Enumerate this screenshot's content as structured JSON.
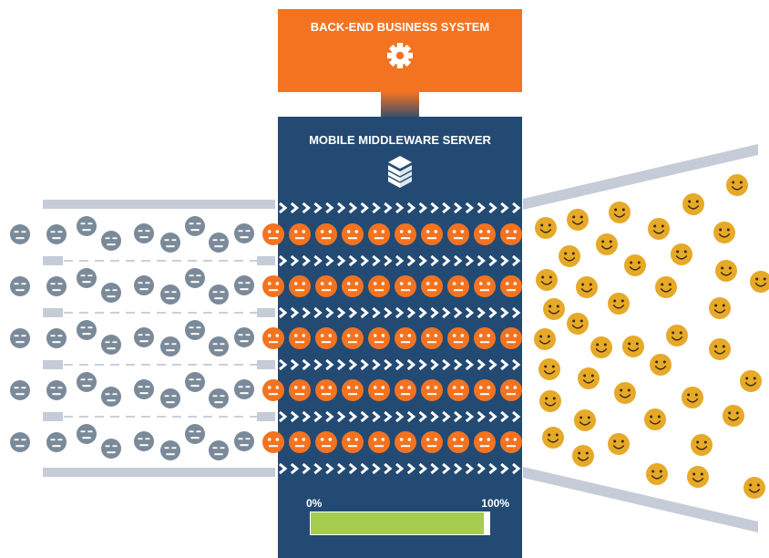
{
  "backend": {
    "title": "BACK-END BUSINESS SYSTEM",
    "icon": "gear-icon",
    "color": "#f37321"
  },
  "middleware": {
    "title": "MOBILE MIDDLEWARE SERVER",
    "icon": "cube-server-icon",
    "color": "#234a73"
  },
  "progress": {
    "min_label": "0%",
    "max_label": "100%",
    "value_percent": 97,
    "fill_color": "#a6cd4e"
  },
  "faces": {
    "neutral_color": "#7b8a99",
    "processing_color": "#f37321",
    "happy_color": "#e6a928"
  }
}
